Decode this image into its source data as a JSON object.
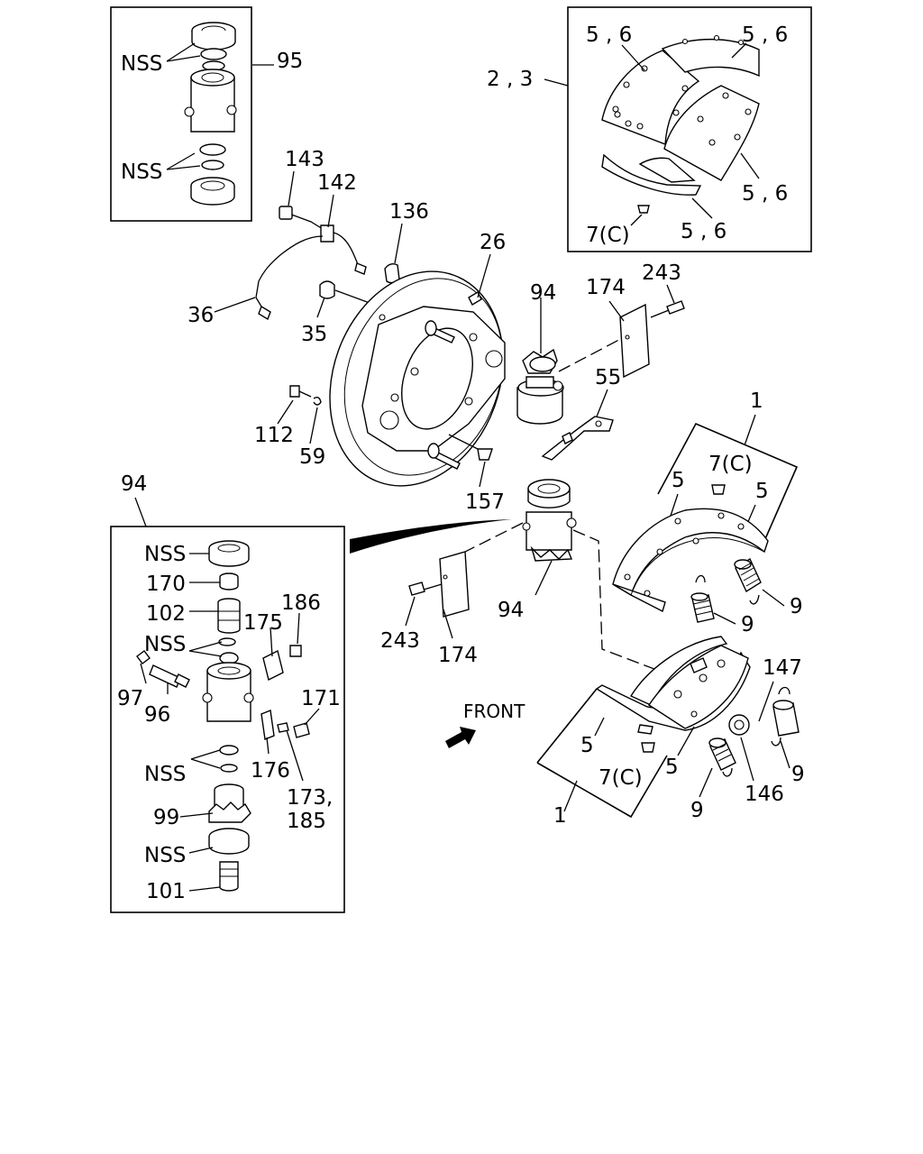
{
  "labels": {
    "l95": "95",
    "nss_top1": "NSS",
    "nss_top2": "NSS",
    "l143": "143",
    "l142": "142",
    "l136": "136",
    "l36": "36",
    "l35": "35",
    "l26": "26",
    "l94_top": "94",
    "l174_top": "174",
    "l243_top": "243",
    "l55": "55",
    "l112": "112",
    "l59": "59",
    "l157": "157",
    "l23": "2 , 3",
    "l56_a": "5 , 6",
    "l56_b": "5 , 6",
    "l56_c": "5 , 6",
    "l56_d": "5 , 6",
    "l7c_box": "7(C)",
    "l1_upper": "1",
    "l7c_upper": "7(C)",
    "l5_upper_a": "5",
    "l5_upper_b": "5",
    "l9_a": "9",
    "l9_b": "9",
    "l94_mid": "94",
    "l243_mid": "243",
    "l174_mid": "174",
    "l94_inset": "94",
    "nss_1": "NSS",
    "l170": "170",
    "l102": "102",
    "l186": "186",
    "l175": "175",
    "nss_2": "NSS",
    "l97": "97",
    "l96": "96",
    "l171": "171",
    "l176": "176",
    "l173": "173,",
    "l185": "185",
    "nss_3": "NSS",
    "l99": "99",
    "nss_4": "NSS",
    "l101": "101",
    "front": "FRONT",
    "l147": "147",
    "l5_low_a": "5",
    "l5_low_b": "5",
    "l7c_low": "7(C)",
    "l9_c": "9",
    "l146": "146",
    "l9_d": "9",
    "l1_lower": "1"
  }
}
